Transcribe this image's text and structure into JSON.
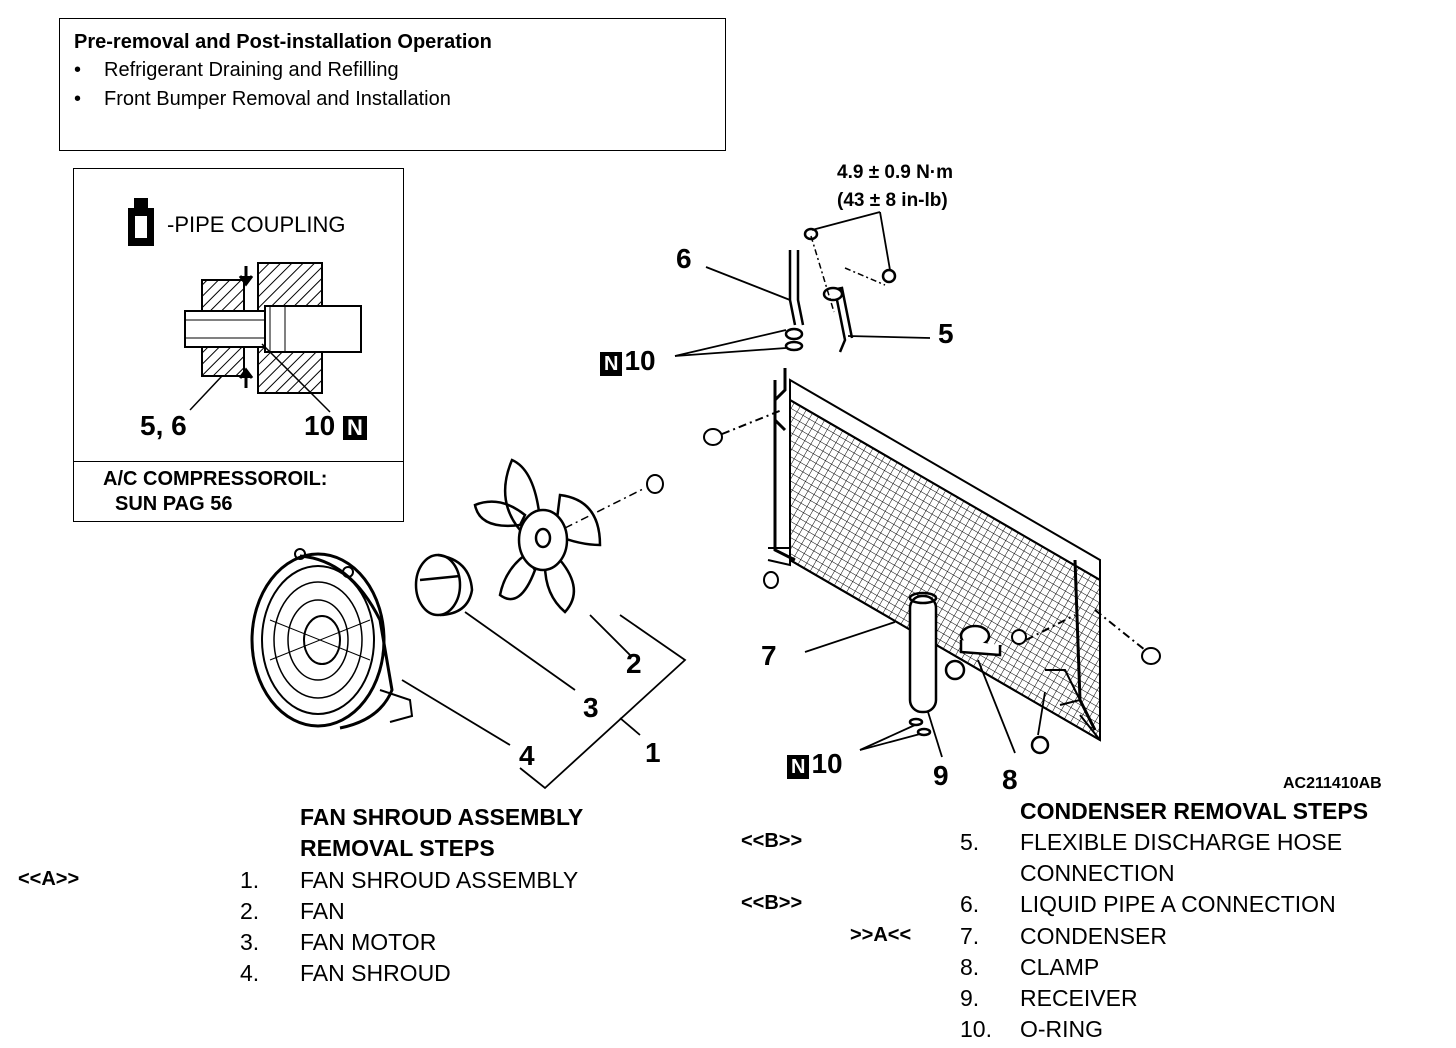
{
  "pre_op": {
    "title": "Pre-removal and Post-installation Operation",
    "bullets": [
      "Refrigerant Draining and Refilling",
      "Front Bumper Removal and Installation"
    ]
  },
  "inset": {
    "pipe_coupling": "-PIPE COUPLING",
    "label_56": "5, 6",
    "label_10": "10",
    "n_mark": "N",
    "oil_line1": "A/C COMPRESSOROIL:",
    "oil_line2": "SUN PAG 56"
  },
  "torque": {
    "line1": "4.9 ± 0.9 N·m",
    "line2": "(43 ± 8 in-lb)"
  },
  "callouts": {
    "c1": "1",
    "c2": "2",
    "c3": "3",
    "c4": "4",
    "c5": "5",
    "c6": "6",
    "c7": "7",
    "c8": "8",
    "c9": "9",
    "c10a": "10",
    "c10b": "10",
    "n": "N"
  },
  "figure_code": "AC211410AB",
  "fan_steps": {
    "title1": "FAN SHROUD ASSEMBLY",
    "title2": "REMOVAL STEPS",
    "ref": "<<A>>",
    "items": [
      {
        "num": "1.",
        "text": "FAN SHROUD ASSEMBLY"
      },
      {
        "num": "2.",
        "text": "FAN"
      },
      {
        "num": "3.",
        "text": "FAN MOTOR"
      },
      {
        "num": "4.",
        "text": "FAN SHROUD"
      }
    ]
  },
  "cond_steps": {
    "title": "CONDENSER REMOVAL STEPS",
    "items": [
      {
        "ref": "<<B>>",
        "num": "5.",
        "text": "FLEXIBLE DISCHARGE HOSE",
        "text2": "CONNECTION"
      },
      {
        "ref": "<<B>>",
        "num": "6.",
        "text": "LIQUID PIPE A CONNECTION"
      },
      {
        "ref": ">>A<<",
        "num": "7.",
        "text": "CONDENSER"
      },
      {
        "ref": "",
        "num": "8.",
        "text": "CLAMP"
      },
      {
        "ref": "",
        "num": "9.",
        "text": "RECEIVER"
      },
      {
        "ref": "",
        "num": "10.",
        "text": "O-RING"
      }
    ]
  }
}
